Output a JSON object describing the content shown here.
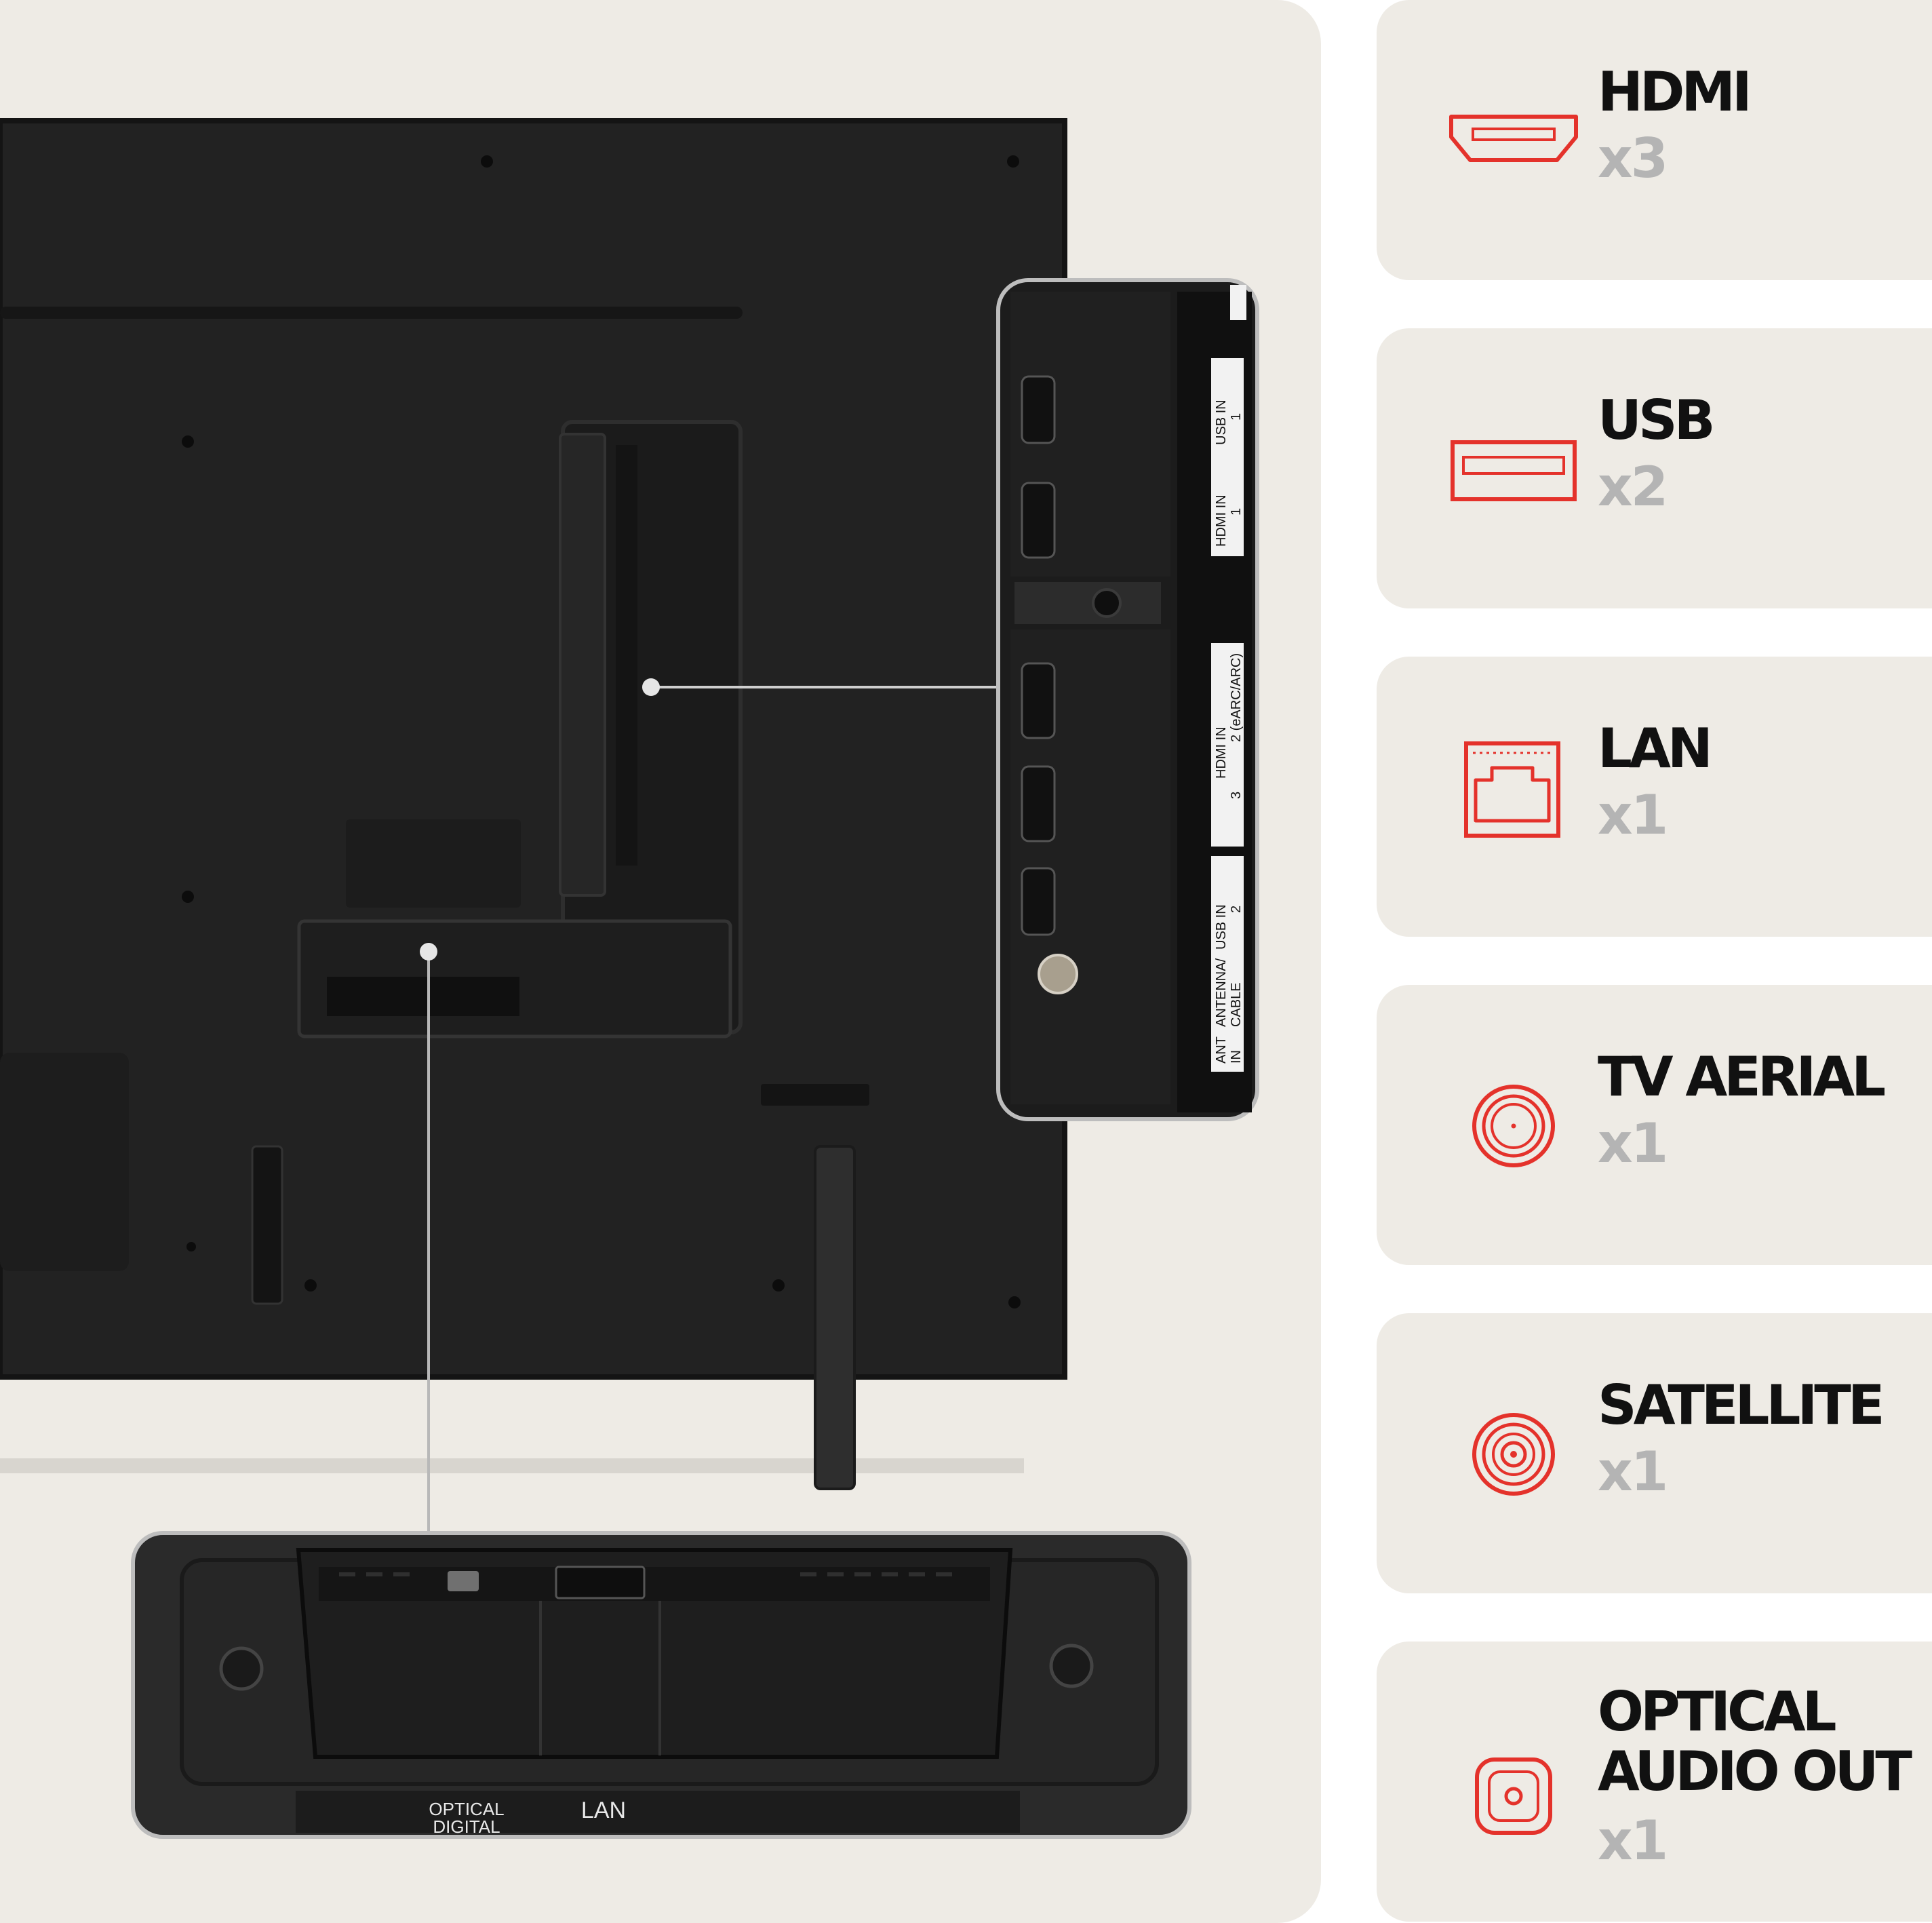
{
  "ports": [
    {
      "name": "HDMI",
      "count": "x3",
      "icon": "hdmi-port-icon"
    },
    {
      "name": "USB",
      "count": "x2",
      "icon": "usb-port-icon"
    },
    {
      "name": "LAN",
      "count": "x1",
      "icon": "lan-port-icon"
    },
    {
      "name": "TV AERIAL",
      "count": "x1",
      "icon": "aerial-port-icon"
    },
    {
      "name": "SATELLITE",
      "count": "x1",
      "icon": "satellite-port-icon"
    },
    {
      "name": "OPTICAL\nAUDIO OUT",
      "count": "x1",
      "icon": "optical-port-icon"
    }
  ],
  "side_panel_labels": {
    "usb_in_1": "USB IN",
    "usb_in_1_num": "1",
    "hdmi_in_1": "HDMI IN",
    "hdmi_in_1_num": "1",
    "hdmi_in_23": "HDMI IN",
    "hdmi_in_2": "2 (eARC/ARC)",
    "hdmi_in_3": "3",
    "usb_in_2": "USB IN",
    "usb_in_2_num": "2",
    "antenna": "ANTENNA/",
    "cable": "CABLE",
    "ant": "ANT",
    "in": "IN"
  },
  "bottom_panel_labels": {
    "optical_1": "OPTICAL",
    "optical_2": "DIGITAL",
    "lan": "LAN"
  },
  "colors": {
    "accent": "#e4322b",
    "card_bg": "#eeebe5",
    "tv_body": "#222222"
  }
}
